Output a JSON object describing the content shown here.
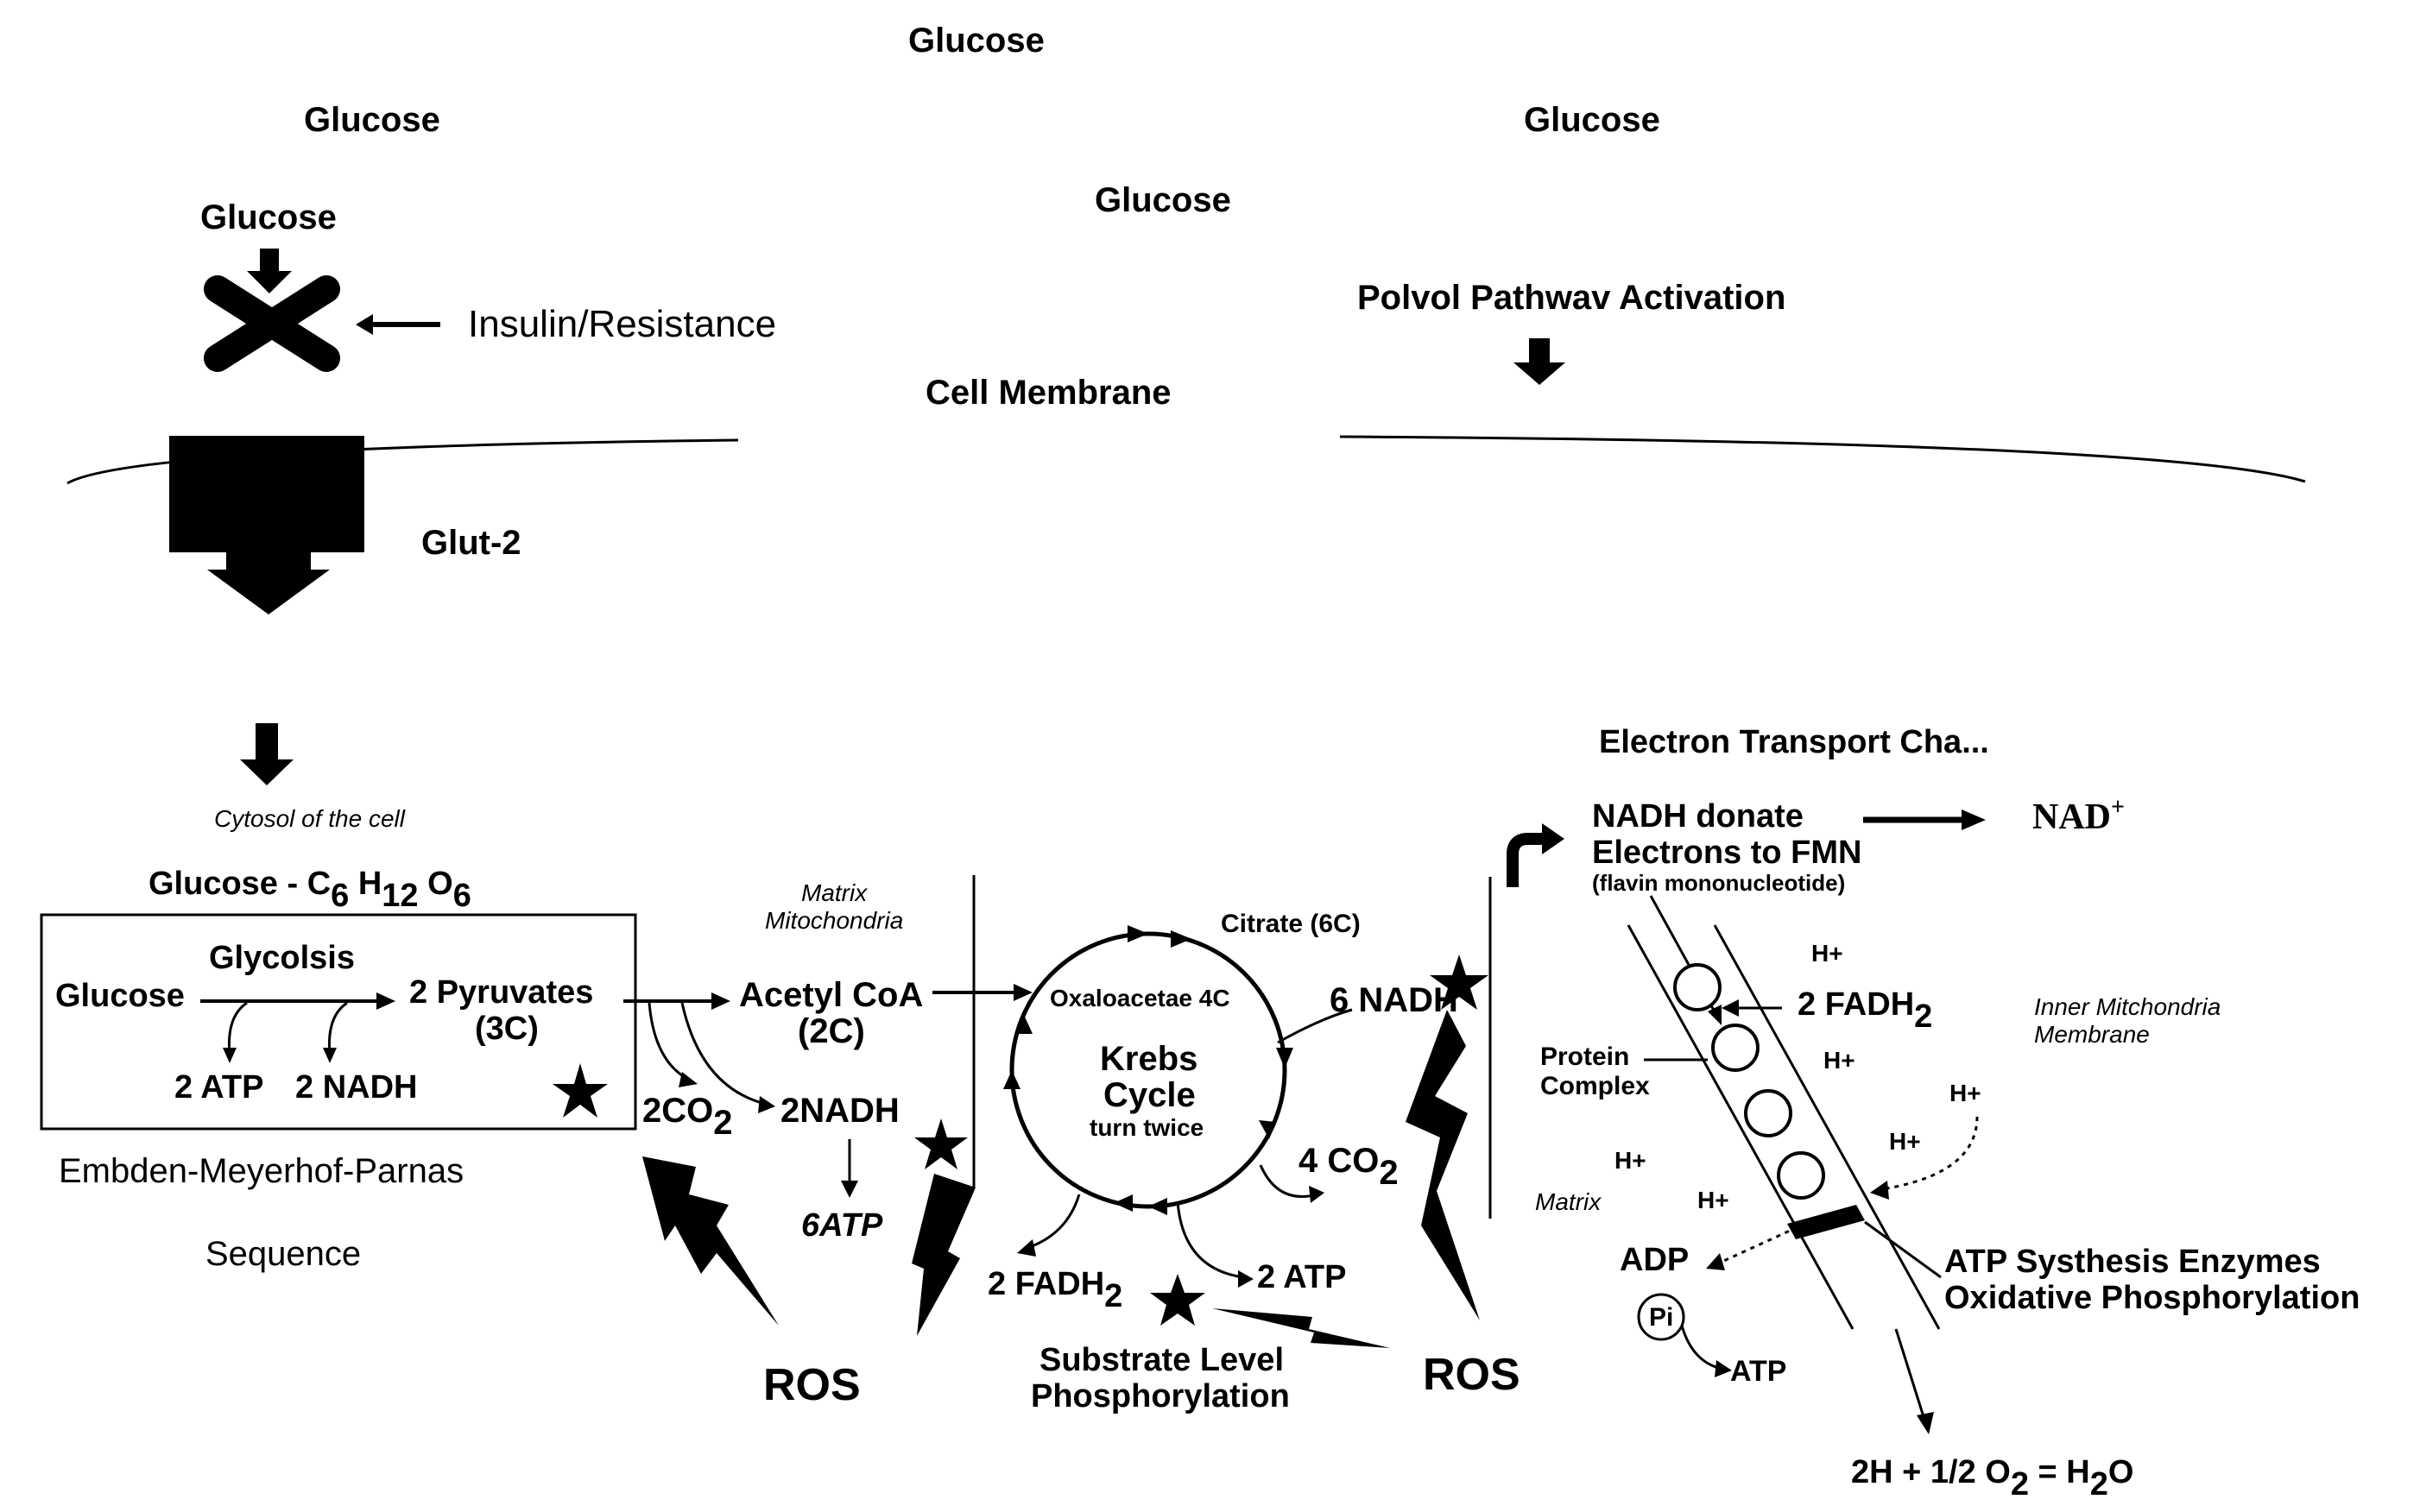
{
  "glucose_top": "Glucose",
  "glucose_left": "Glucose",
  "glucose_right": "Glucose",
  "glucose_mid": "Glucose",
  "glucose_entry": "Glucose",
  "insulin_resistance": "Insulin/Resistance",
  "polyol_pathway": "Polvol Pathwav Activation",
  "cell_membrane": "Cell Membrane",
  "glut2": "Glut-2",
  "cytosol": "Cytosol of the cell",
  "glucose_formula": {
    "base": "Glucose - C",
    "c_sub": "6",
    "h": " H",
    "h_sub": "12",
    "o": " O",
    "o_sub": "6"
  },
  "glycolysis_box": {
    "title": "Glycolsis",
    "glucose": "Glucose",
    "pyruvates": "2 Pyruvates",
    "pyruvates_c": "(3C)",
    "atp": "2 ATP",
    "nadh": "2 NADH"
  },
  "emp_line1": "Embden-Meyerhof-Parnas",
  "emp_line2": "Sequence",
  "matrix_mito_1": "Matrix",
  "matrix_mito_2": "Mitochondria",
  "acetyl_coa": "Acetyl CoA",
  "acetyl_coa_c": "(2C)",
  "co2_2": {
    "base": "2CO",
    "sub": "2"
  },
  "nadh_2": "2NADH",
  "atp_6": "6ATP",
  "ros_left": "ROS",
  "ros_right": "ROS",
  "citrate": "Citrate (6C)",
  "oxaloacetate": "Oxaloacetae 4C",
  "krebs_1": "Krebs",
  "krebs_2": "Cycle",
  "krebs_3": "turn twice",
  "nadh_6": "6 NADH",
  "co2_4": {
    "base": "4 CO",
    "sub": "2"
  },
  "fadh2_bottom": {
    "base": "2 FADH",
    "sub": "2"
  },
  "atp_2_krebs": "2 ATP",
  "slp_1": "Substrate Level",
  "slp_2": "Phosphorylation",
  "etc_title": "Electron Transport Cha...",
  "nadh_donate_1": "NADH donate",
  "nadh_donate_2": "Electrons to FMN",
  "nadh_donate_3": "(flavin mononucleotide)",
  "nad_plus": {
    "base": "NAD",
    "sup": "+"
  },
  "fadh2_etc": {
    "base": "2 FADH",
    "sub": "2"
  },
  "h_plus": "H+",
  "protein_complex_1": "Protein",
  "protein_complex_2": "Complex",
  "inner_membrane_1": "Inner Mitchondria",
  "inner_membrane_2": "Membrane",
  "matrix_etc": "Matrix",
  "adp": "ADP",
  "pi": "Pi",
  "atp_etc": "ATP",
  "atp_synthesis_1": "ATP Systhesis Enzymes",
  "atp_synthesis_2": "Oxidative Phosphorylation",
  "water_eq": {
    "a": "2H  +  1/2 O",
    "a_sub": "2",
    "b": " =  H",
    "b_sub": "2",
    "c": "O"
  }
}
